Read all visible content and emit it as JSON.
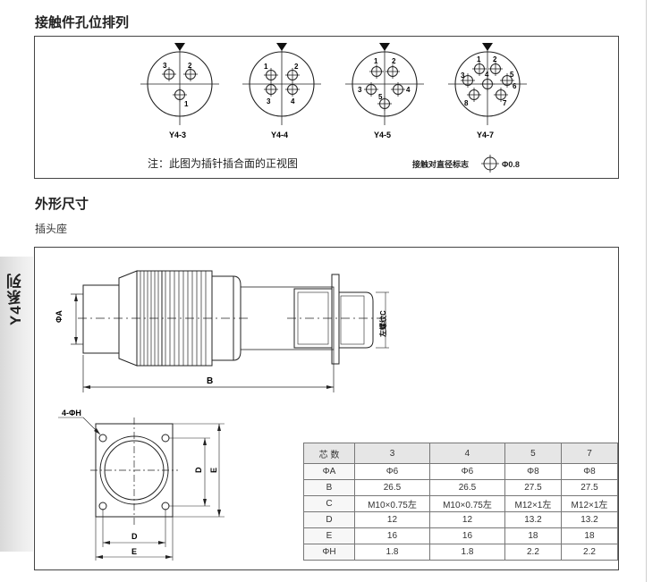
{
  "section1": {
    "title": "接触件孔位排列",
    "layouts": [
      {
        "name": "Y4-3",
        "pins": [
          "3",
          "2",
          "1"
        ]
      },
      {
        "name": "Y4-4",
        "pins": [
          "1",
          "2",
          "3",
          "4"
        ]
      },
      {
        "name": "Y4-5",
        "pins": [
          "1",
          "2",
          "3",
          "4",
          "5"
        ]
      },
      {
        "name": "Y4-7",
        "pins": [
          "1",
          "2",
          "3",
          "4",
          "5",
          "6",
          "7",
          "8"
        ]
      }
    ],
    "note": "注：此图为插针插合面的正视图",
    "legend_label": "接触对直径标志",
    "legend_value": "Φ0.8"
  },
  "section2": {
    "title": "外形尺寸",
    "subtitle": "插头座"
  },
  "side_tab": "Y4系列",
  "drawing": {
    "phi_a": "ΦA",
    "b": "B",
    "thread_c": "左螺纹C",
    "four_phi_h": "4-ΦH",
    "d": "D",
    "e": "E"
  },
  "table": {
    "header": [
      "芯 数",
      "3",
      "4",
      "5",
      "7"
    ],
    "rows": [
      [
        "ΦA",
        "Φ6",
        "Φ6",
        "Φ8",
        "Φ8"
      ],
      [
        "B",
        "26.5",
        "26.5",
        "27.5",
        "27.5"
      ],
      [
        "C",
        "M10×0.75左",
        "M10×0.75左",
        "M12×1左",
        "M12×1左"
      ],
      [
        "D",
        "12",
        "12",
        "13.2",
        "13.2"
      ],
      [
        "E",
        "16",
        "16",
        "18",
        "18"
      ],
      [
        "ΦH",
        "1.8",
        "1.8",
        "2.2",
        "2.2"
      ]
    ]
  }
}
